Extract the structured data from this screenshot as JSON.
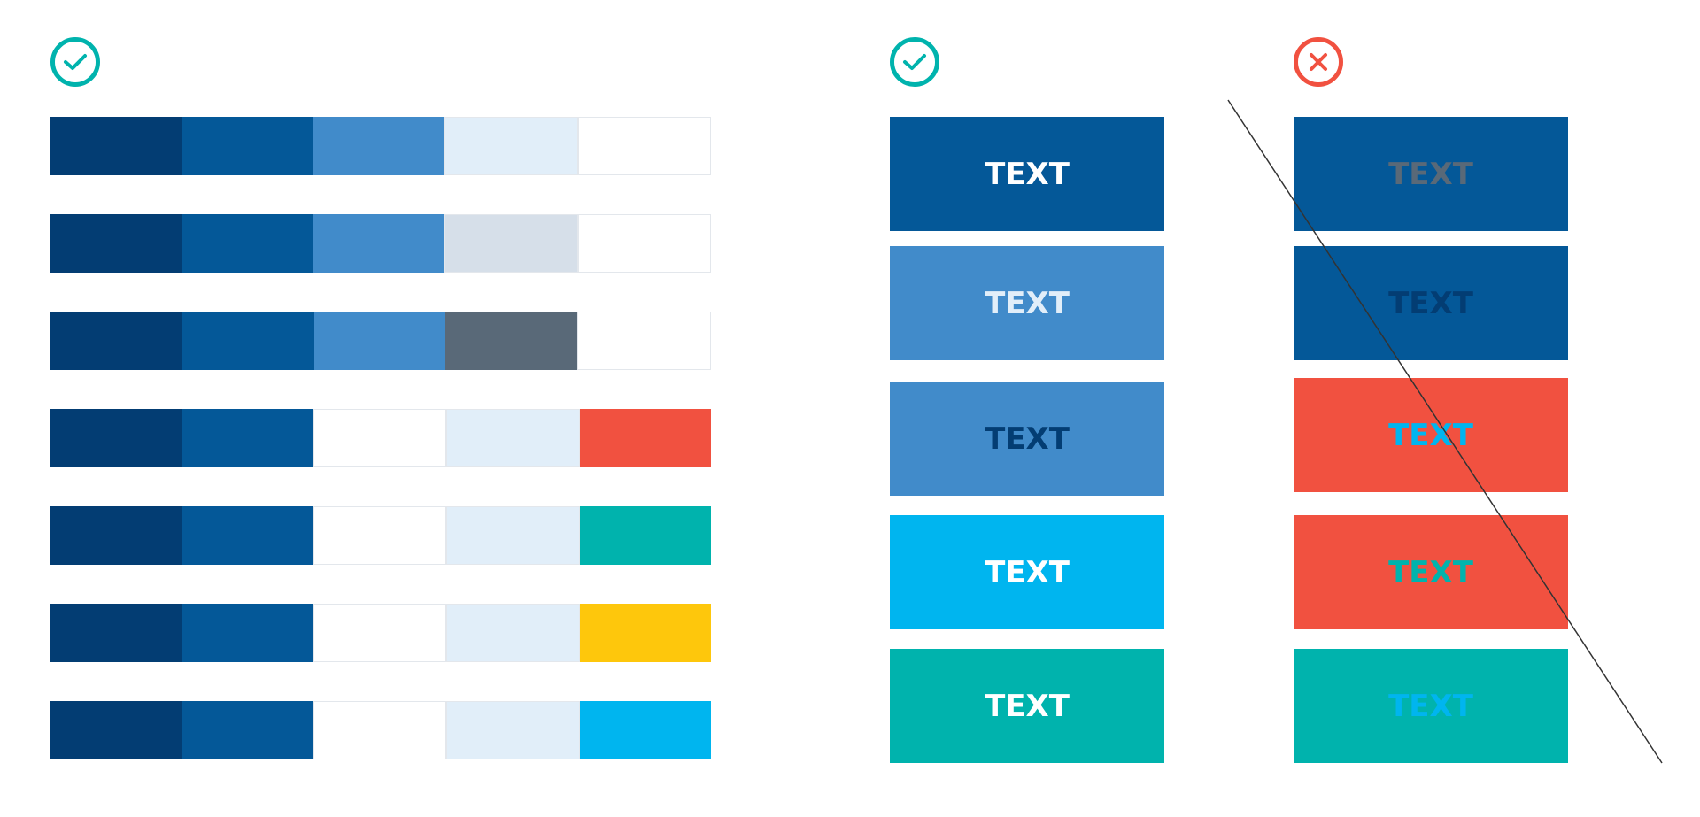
{
  "icons": {
    "left_check": "check-circle-icon",
    "middle_check": "check-circle-icon",
    "right_cross": "cross-circle-icon"
  },
  "colors": {
    "check": "#00b3ad",
    "cross": "#f15140",
    "navy": "#033d73",
    "blue": "#045898",
    "mid_blue": "#418bca",
    "pale_blue": "#e1eef9",
    "gray_blue": "#d6dfe9",
    "slate": "#596978",
    "white": "#ffffff",
    "red": "#f15140",
    "teal": "#00b3ad",
    "yellow": "#fec70c",
    "sky": "#00b5ef"
  },
  "palette_rows": [
    [
      "#033d73",
      "#045898",
      "#418bca",
      "#e1eef9",
      "#ffffff"
    ],
    [
      "#033d73",
      "#045898",
      "#418bca",
      "#d6dfe9",
      "#ffffff"
    ],
    [
      "#033d73",
      "#045898",
      "#418bca",
      "#596978",
      "#ffffff"
    ],
    [
      "#033d73",
      "#045898",
      "#ffffff",
      "#e1eef9",
      "#f15140"
    ],
    [
      "#033d73",
      "#045898",
      "#ffffff",
      "#e1eef9",
      "#00b3ad"
    ],
    [
      "#033d73",
      "#045898",
      "#ffffff",
      "#e1eef9",
      "#fec70c"
    ],
    [
      "#033d73",
      "#045898",
      "#ffffff",
      "#e1eef9",
      "#00b5ef"
    ]
  ],
  "good_examples": [
    {
      "label": "TEXT",
      "bg": "#045898",
      "fg": "#ffffff"
    },
    {
      "label": "TEXT",
      "bg": "#418bca",
      "fg": "#e1eef9"
    },
    {
      "label": "TEXT",
      "bg": "#418bca",
      "fg": "#033d73"
    },
    {
      "label": "TEXT",
      "bg": "#00b5ef",
      "fg": "#ffffff"
    },
    {
      "label": "TEXT",
      "bg": "#00b3ad",
      "fg": "#ffffff"
    }
  ],
  "bad_examples": [
    {
      "label": "TEXT",
      "bg": "#045898",
      "fg": "#596978"
    },
    {
      "label": "TEXT",
      "bg": "#045898",
      "fg": "#033d73"
    },
    {
      "label": "TEXT",
      "bg": "#f15140",
      "fg": "#00b5ef"
    },
    {
      "label": "TEXT",
      "bg": "#f15140",
      "fg": "#00b3ad"
    },
    {
      "label": "TEXT",
      "bg": "#00b3ad",
      "fg": "#00b5ef"
    }
  ]
}
